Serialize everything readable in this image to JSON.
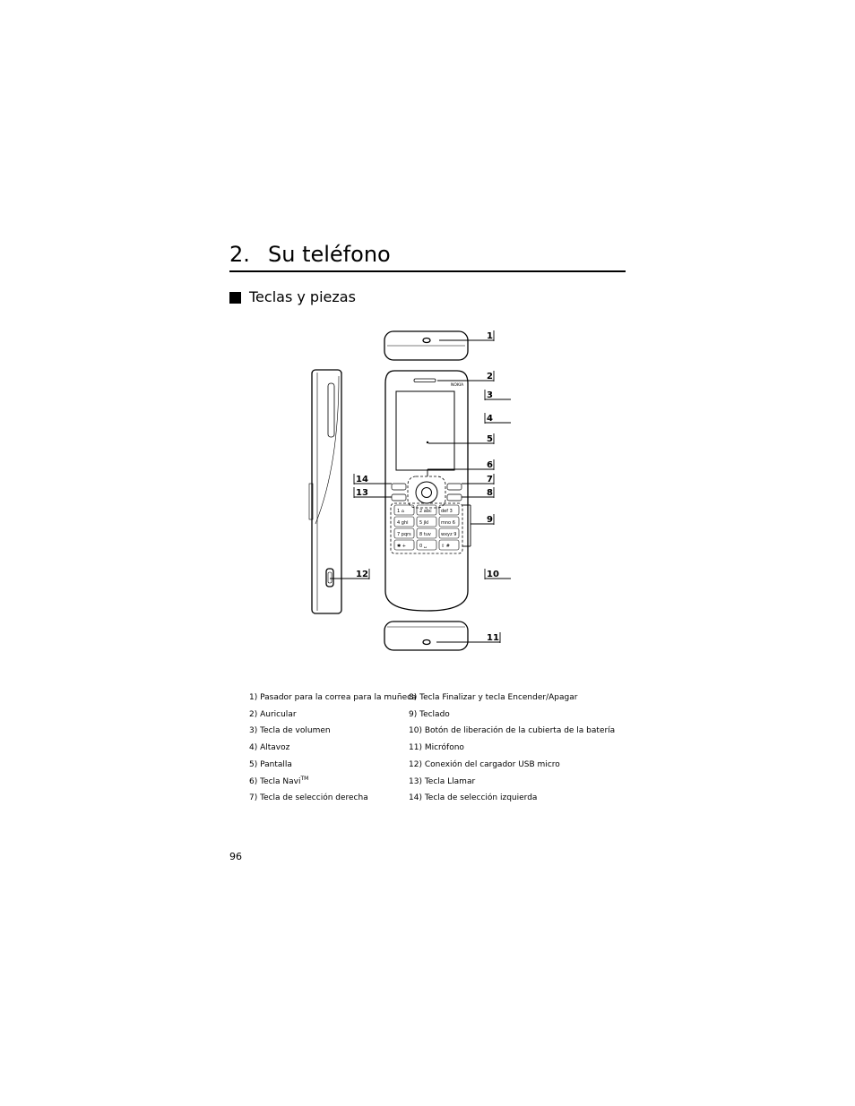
{
  "chapter": {
    "number": "2.",
    "title": "Su teléfono"
  },
  "section": {
    "title": "Teclas y piezas"
  },
  "diagram": {
    "callouts": [
      "1",
      "2",
      "3",
      "4",
      "5",
      "6",
      "7",
      "8",
      "9",
      "10",
      "11",
      "12",
      "13",
      "14"
    ],
    "brand": "NOKIA",
    "keypad": [
      [
        "1 ⌂",
        "2 abc",
        "def 3"
      ],
      [
        "4 ghi",
        "5 jkl",
        "mno 6"
      ],
      [
        "7 pqrs",
        "8 tuv",
        "wxyz 9"
      ],
      [
        "✱ +",
        "0 ␣",
        "⇧ #"
      ]
    ]
  },
  "legend": {
    "left": [
      "1) Pasador para la correa para la muñeca",
      "2) Auricular",
      "3) Tecla de volumen",
      "4) Altavoz",
      "5) Pantalla",
      "6) Tecla Navi",
      "7) Tecla de selección derecha"
    ],
    "navi_sup": "TM",
    "right": [
      "8) Tecla Finalizar y tecla Encender/Apagar",
      "9) Teclado",
      "10) Botón de liberación de la cubierta de la batería",
      "11) Micrófono",
      "12) Conexión del cargador USB micro",
      "13) Tecla Llamar",
      "14) Tecla de selección izquierda"
    ]
  },
  "page_number": "96"
}
